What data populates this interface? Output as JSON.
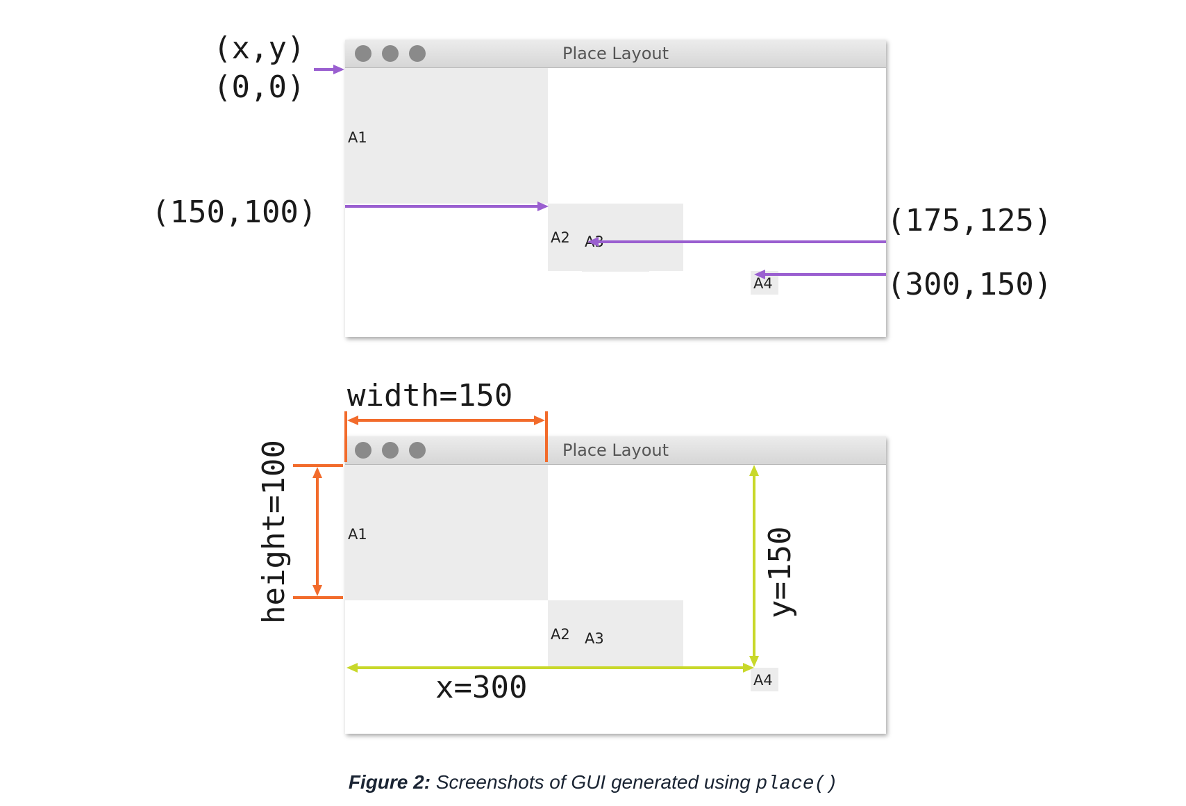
{
  "window": {
    "title": "Place Layout"
  },
  "widgets": {
    "a1": "A1",
    "a2": "A2",
    "a3": "A3",
    "a4": "A4"
  },
  "annotations": {
    "origin_xy": "(x,y)",
    "origin_00": "(0,0)",
    "a2_coord": "(150,100)",
    "a3_coord": "(175,125)",
    "a4_coord": "(300,150)",
    "width": "width=150",
    "height": "height=100",
    "x_dist": "x=300",
    "y_dist": "y=150"
  },
  "caption": {
    "label": "Figure 2:",
    "text": "Screenshots of GUI generated using",
    "code": "place()"
  },
  "colors": {
    "purple_arrow": "#9a5fd0",
    "orange_dimension": "#f26b2b",
    "lime_dimension": "#c8d82a",
    "widget_gray": "#ececec",
    "button_gray": "#8a8a8a"
  }
}
